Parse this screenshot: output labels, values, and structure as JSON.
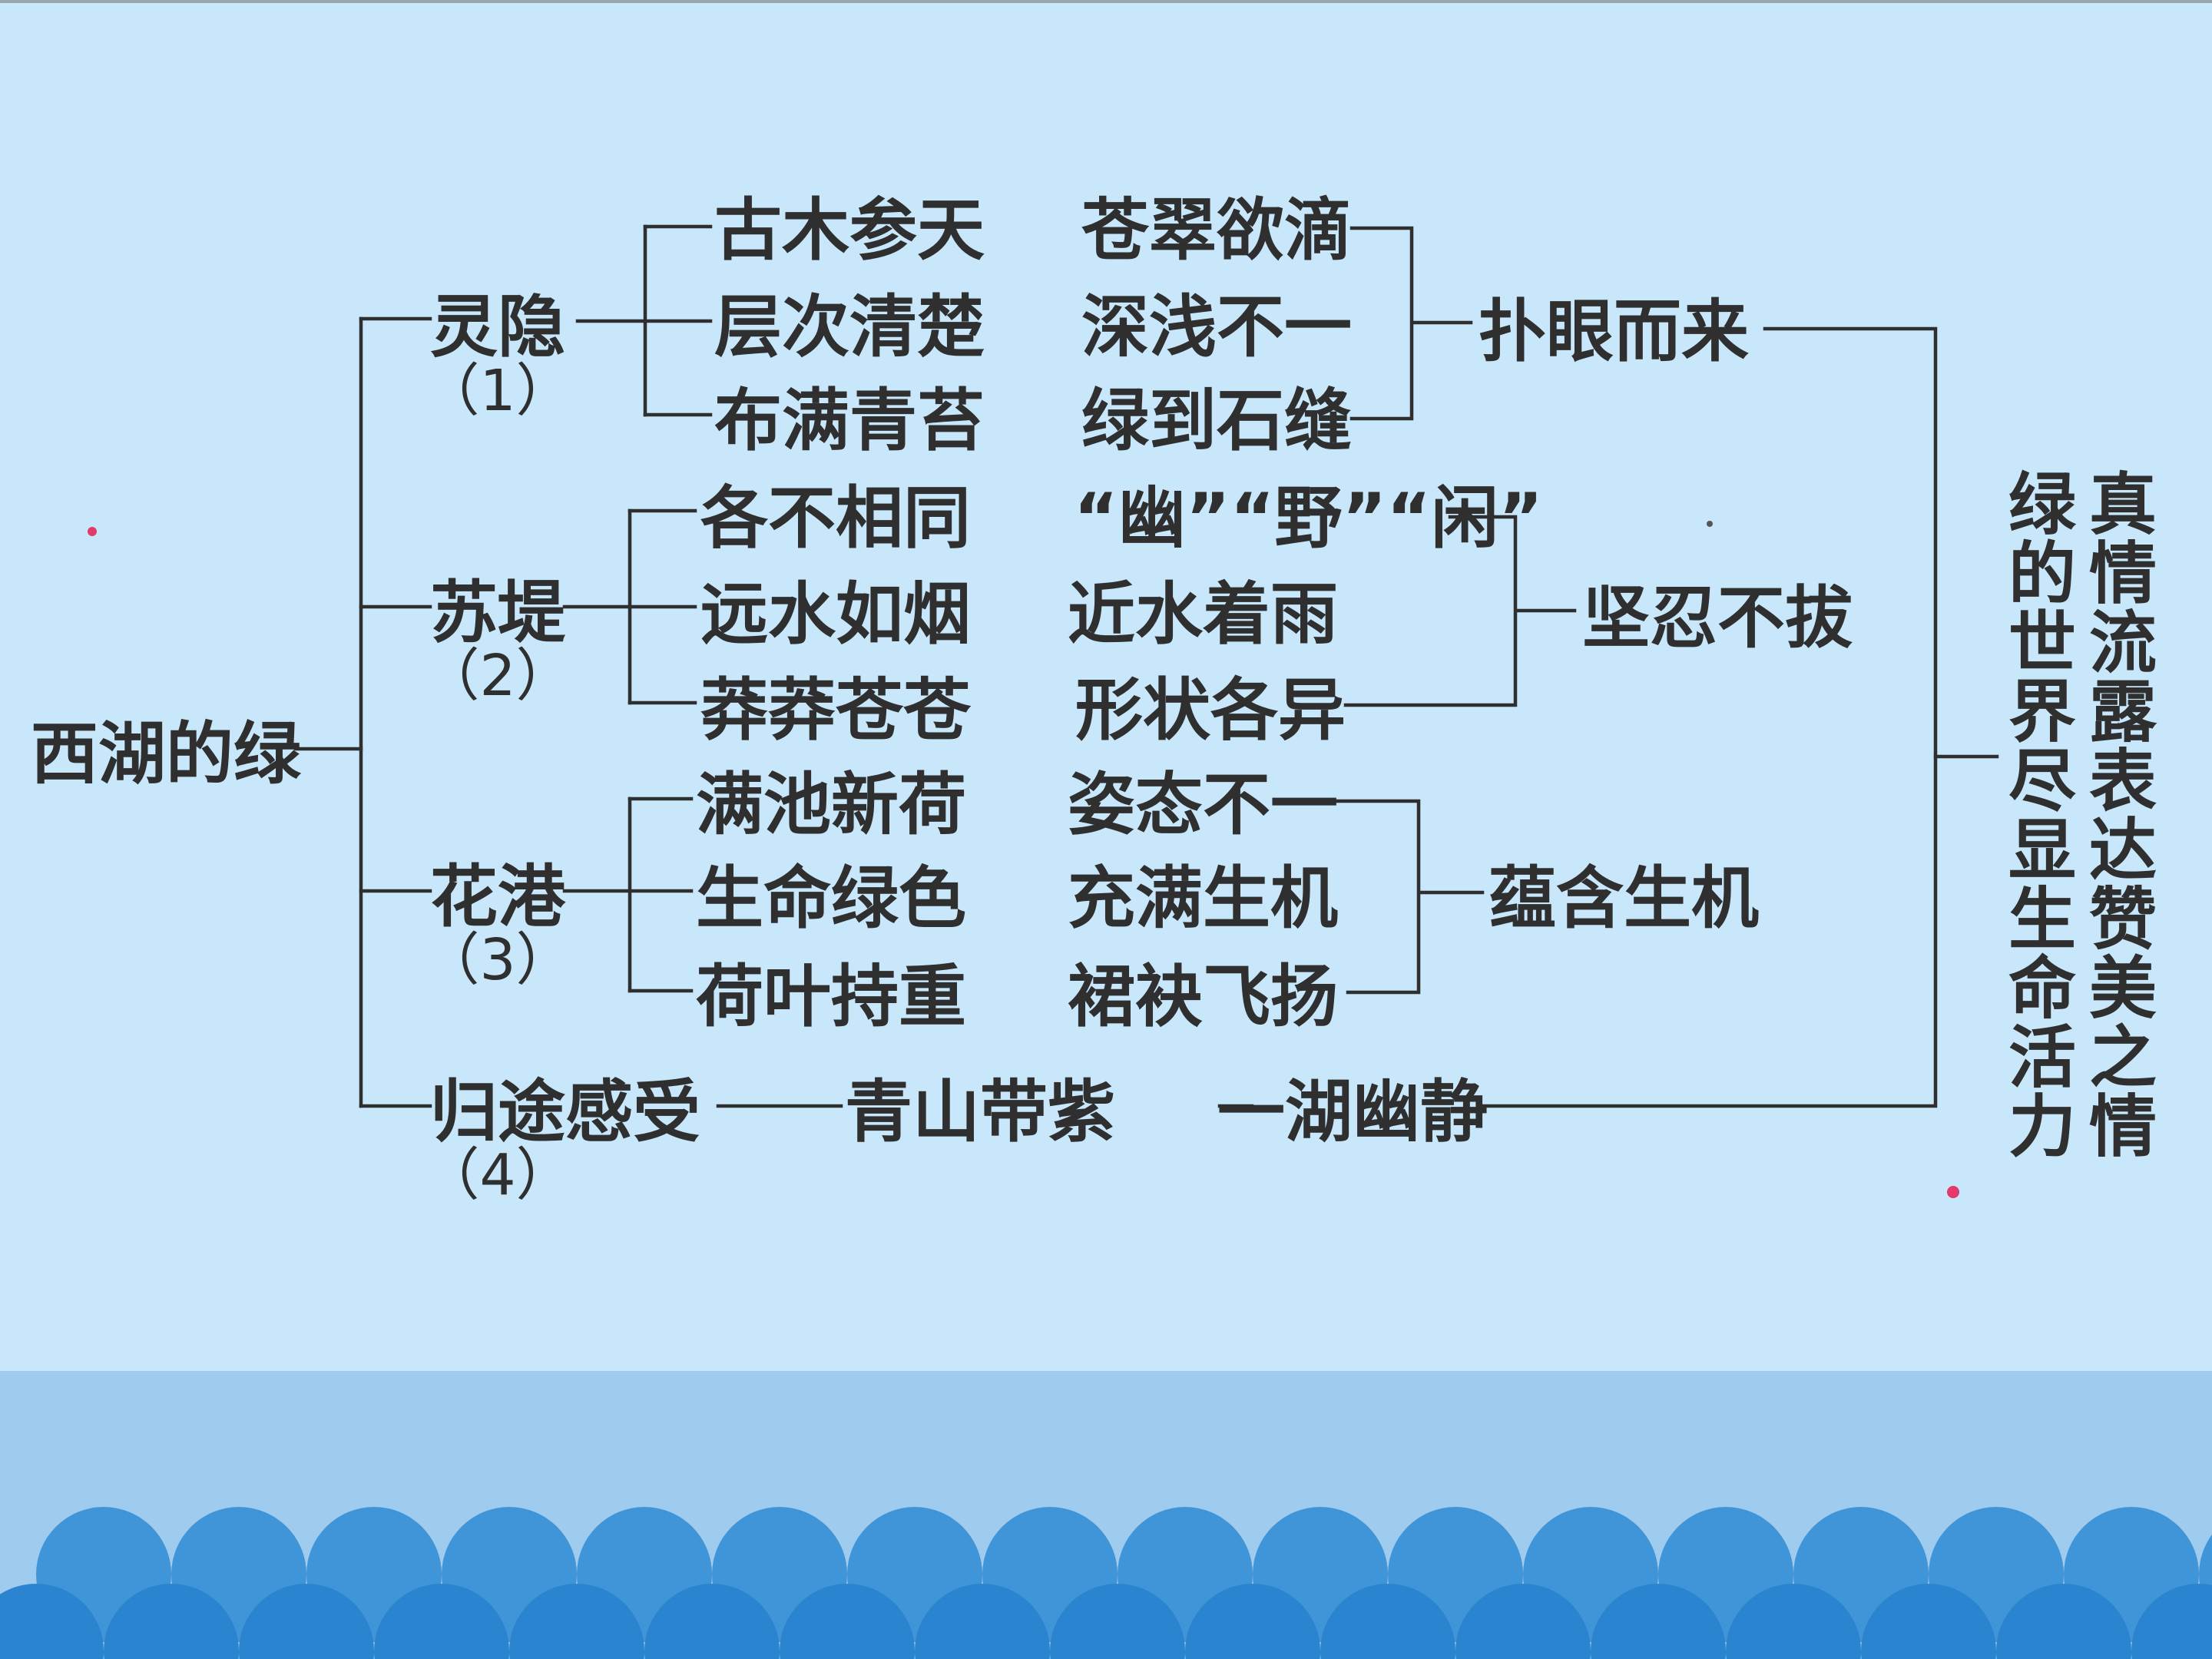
{
  "colors": {
    "slide_background": "#c8e7fb",
    "sea_band": "#9fcbee",
    "wave_back": "#3f95d8",
    "wave_front": "#2a84cf",
    "text": "#2f2f2f",
    "dot": "#e23a6a"
  },
  "diagram": {
    "root": "西湖的绿",
    "sections": [
      {
        "name": "灵隐",
        "number": "（1）",
        "details_left": [
          "古木参天",
          "层次清楚",
          "布满青苔"
        ],
        "details_right": [
          "苍翠欲滴",
          "深浅不一",
          "绿到石缝"
        ],
        "summary": "扑眼而来"
      },
      {
        "name": "苏堤",
        "number": "（2）",
        "details_left": [
          "各不相同",
          "远水如烟",
          "莽莽苍苍"
        ],
        "details_right": [
          "“幽”“野”“闲”",
          "近水着雨",
          "形状各异"
        ],
        "summary": "坚忍不拔"
      },
      {
        "name": "花港",
        "number": "（3）",
        "details_left": [
          "满池新荷",
          "生命绿色",
          "荷叶持重"
        ],
        "details_right": [
          "姿态不一",
          "充满生机",
          "裙袂飞扬"
        ],
        "summary": "蕴含生机"
      },
      {
        "name": "归途感受",
        "number": "（4）",
        "detail": "青山带紫",
        "summary": "一湖幽静"
      }
    ],
    "conclusion_columns": [
      "绿的世界尽显生命活力",
      "真情流露表达赞美之情"
    ]
  }
}
